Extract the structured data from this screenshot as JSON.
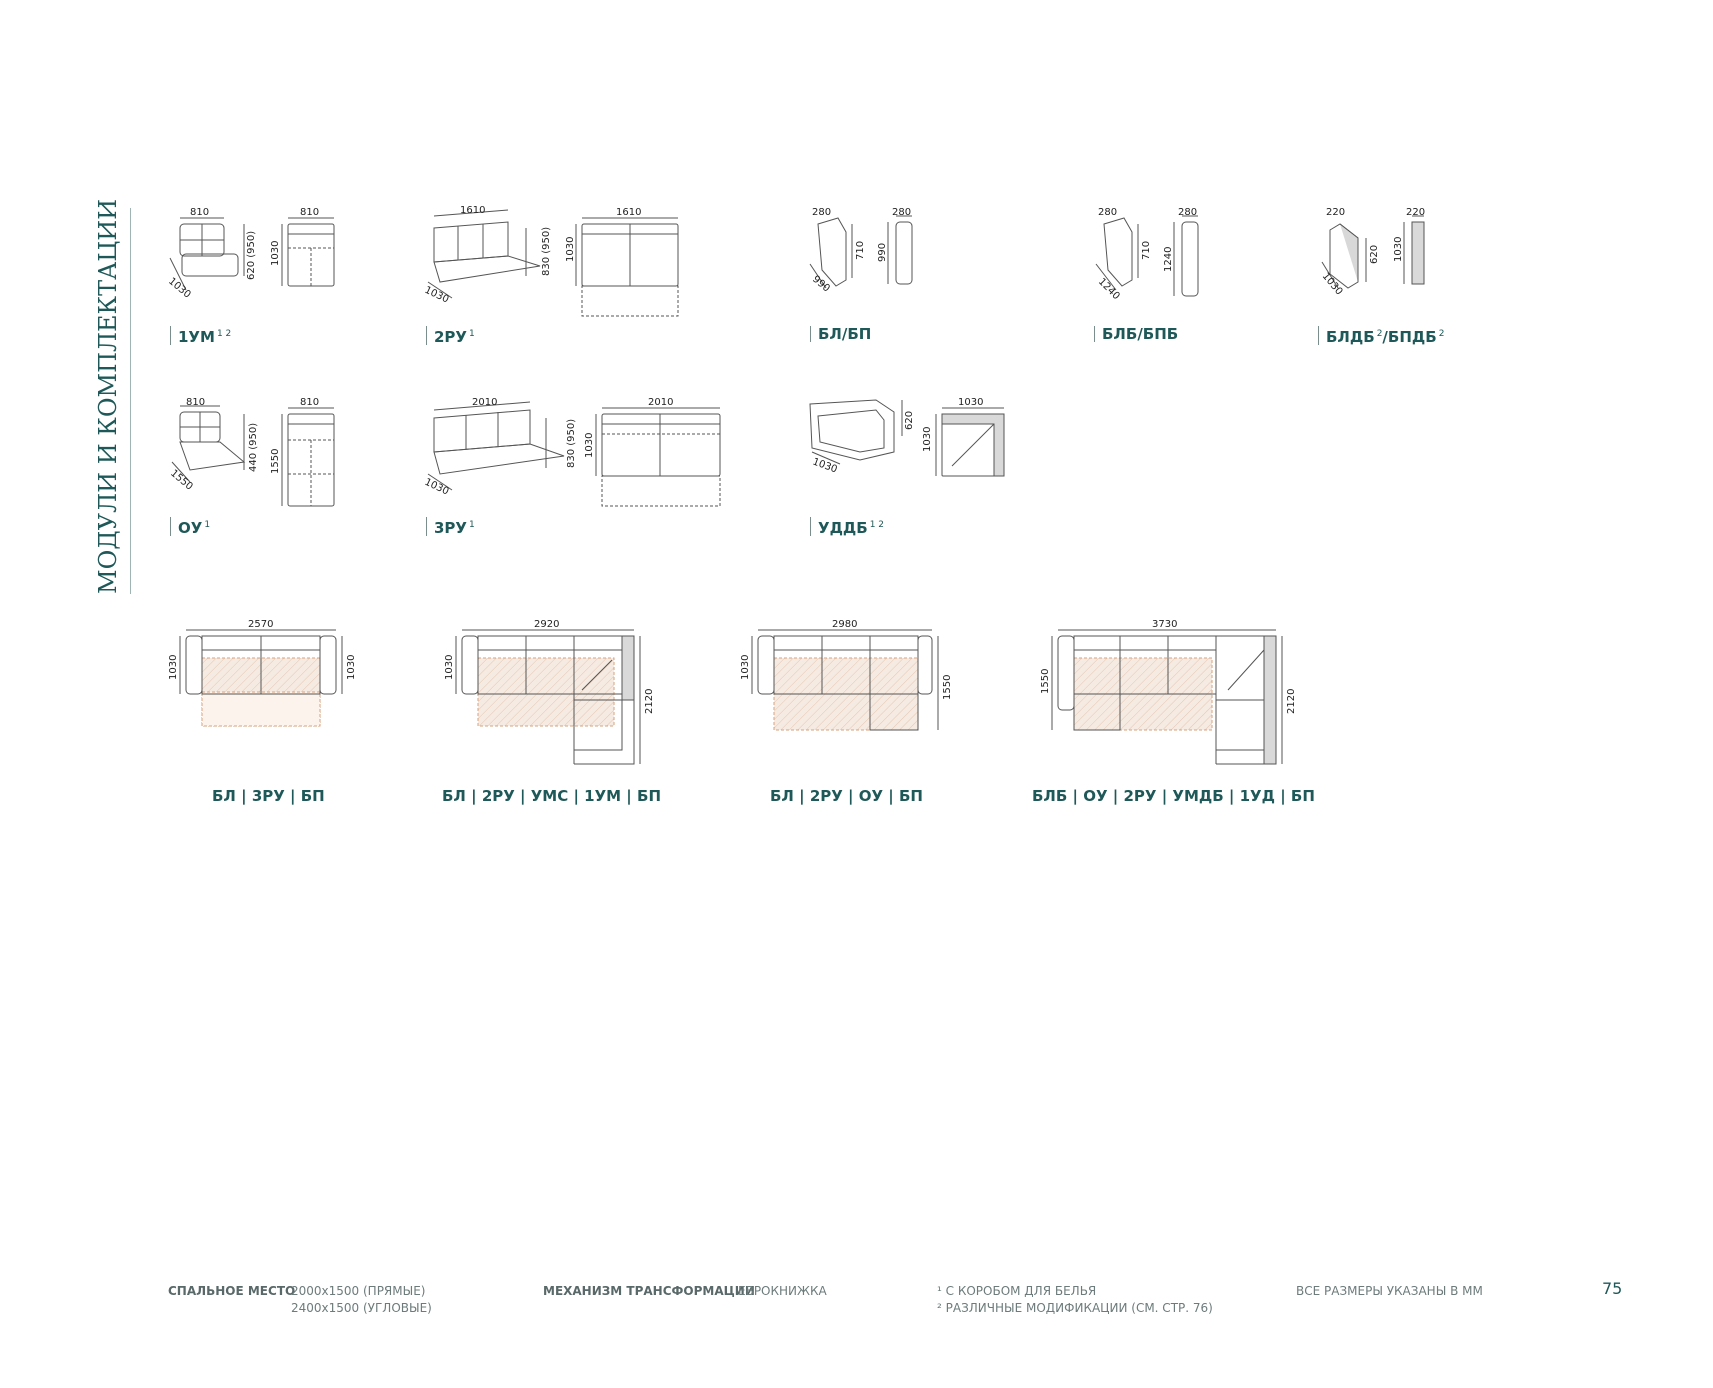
{
  "section_title": "МОДУЛИ И КОМПЛЕКТАЦИИ",
  "modules": [
    {
      "name": "1УМ",
      "sup": "1 2",
      "dims": [
        "810",
        "810",
        "620 (950)",
        "1030",
        "1030"
      ]
    },
    {
      "name": "2РУ",
      "sup": "1",
      "dims": [
        "1610",
        "1610",
        "830 (950)",
        "1030",
        "1030"
      ]
    },
    {
      "name": "БЛ/БП",
      "sup": "",
      "dims": [
        "280",
        "280",
        "710",
        "990",
        "990"
      ]
    },
    {
      "name": "БЛБ/БПБ",
      "sup": "",
      "dims": [
        "280",
        "280",
        "710",
        "1240",
        "1240"
      ]
    },
    {
      "name": "БЛДБ",
      "sup": "2",
      "name_b": "/БПДБ",
      "sup_b": "2",
      "dims": [
        "220",
        "220",
        "620",
        "1030",
        "1030"
      ]
    },
    {
      "name": "ОУ",
      "sup": "1",
      "dims": [
        "810",
        "810",
        "440 (950)",
        "1550",
        "1550"
      ]
    },
    {
      "name": "3РУ",
      "sup": "1",
      "dims": [
        "2010",
        "2010",
        "830 (950)",
        "1030",
        "1030"
      ]
    },
    {
      "name": "УДДБ",
      "sup": "1 2",
      "dims": [
        "1030",
        "620",
        "1030",
        "1030"
      ]
    }
  ],
  "combinations": [
    {
      "label": "БЛ | 3РУ | БП",
      "dims": [
        "2570",
        "1030",
        "1030"
      ]
    },
    {
      "label": "БЛ | 2РУ | УМС | 1УМ | БП",
      "dims": [
        "2920",
        "1030",
        "2120"
      ]
    },
    {
      "label": "БЛ | 2РУ | ОУ | БП",
      "dims": [
        "2980",
        "1030",
        "1550"
      ]
    },
    {
      "label": "БЛБ | ОУ | 2РУ | УМДБ | 1УД | БП",
      "dims": [
        "3730",
        "1550",
        "2120"
      ]
    }
  ],
  "footer": {
    "sleep_key": "СПАЛЬНОЕ МЕСТО",
    "sleep_values": [
      "2000x1500 (ПРЯМЫЕ)",
      "2400x1500 (УГЛОВЫЕ)"
    ],
    "mech_key": "МЕХАНИЗМ ТРАНСФОРМАЦИИ",
    "mech_value": "ЕВРОКНИЖКА",
    "note1": "¹ С КОРОБОМ ДЛЯ БЕЛЬЯ",
    "note2": "² РАЗЛИЧНЫЕ МОДИФИКАЦИИ (СМ. СТР. 76)",
    "units_note": "ВСЕ РАЗМЕРЫ УКАЗАНЫ В ММ",
    "page_number": "75"
  },
  "colors": {
    "accent": "#1f5858",
    "line": "#555555",
    "sleep_fill": "#f3e4d8"
  }
}
